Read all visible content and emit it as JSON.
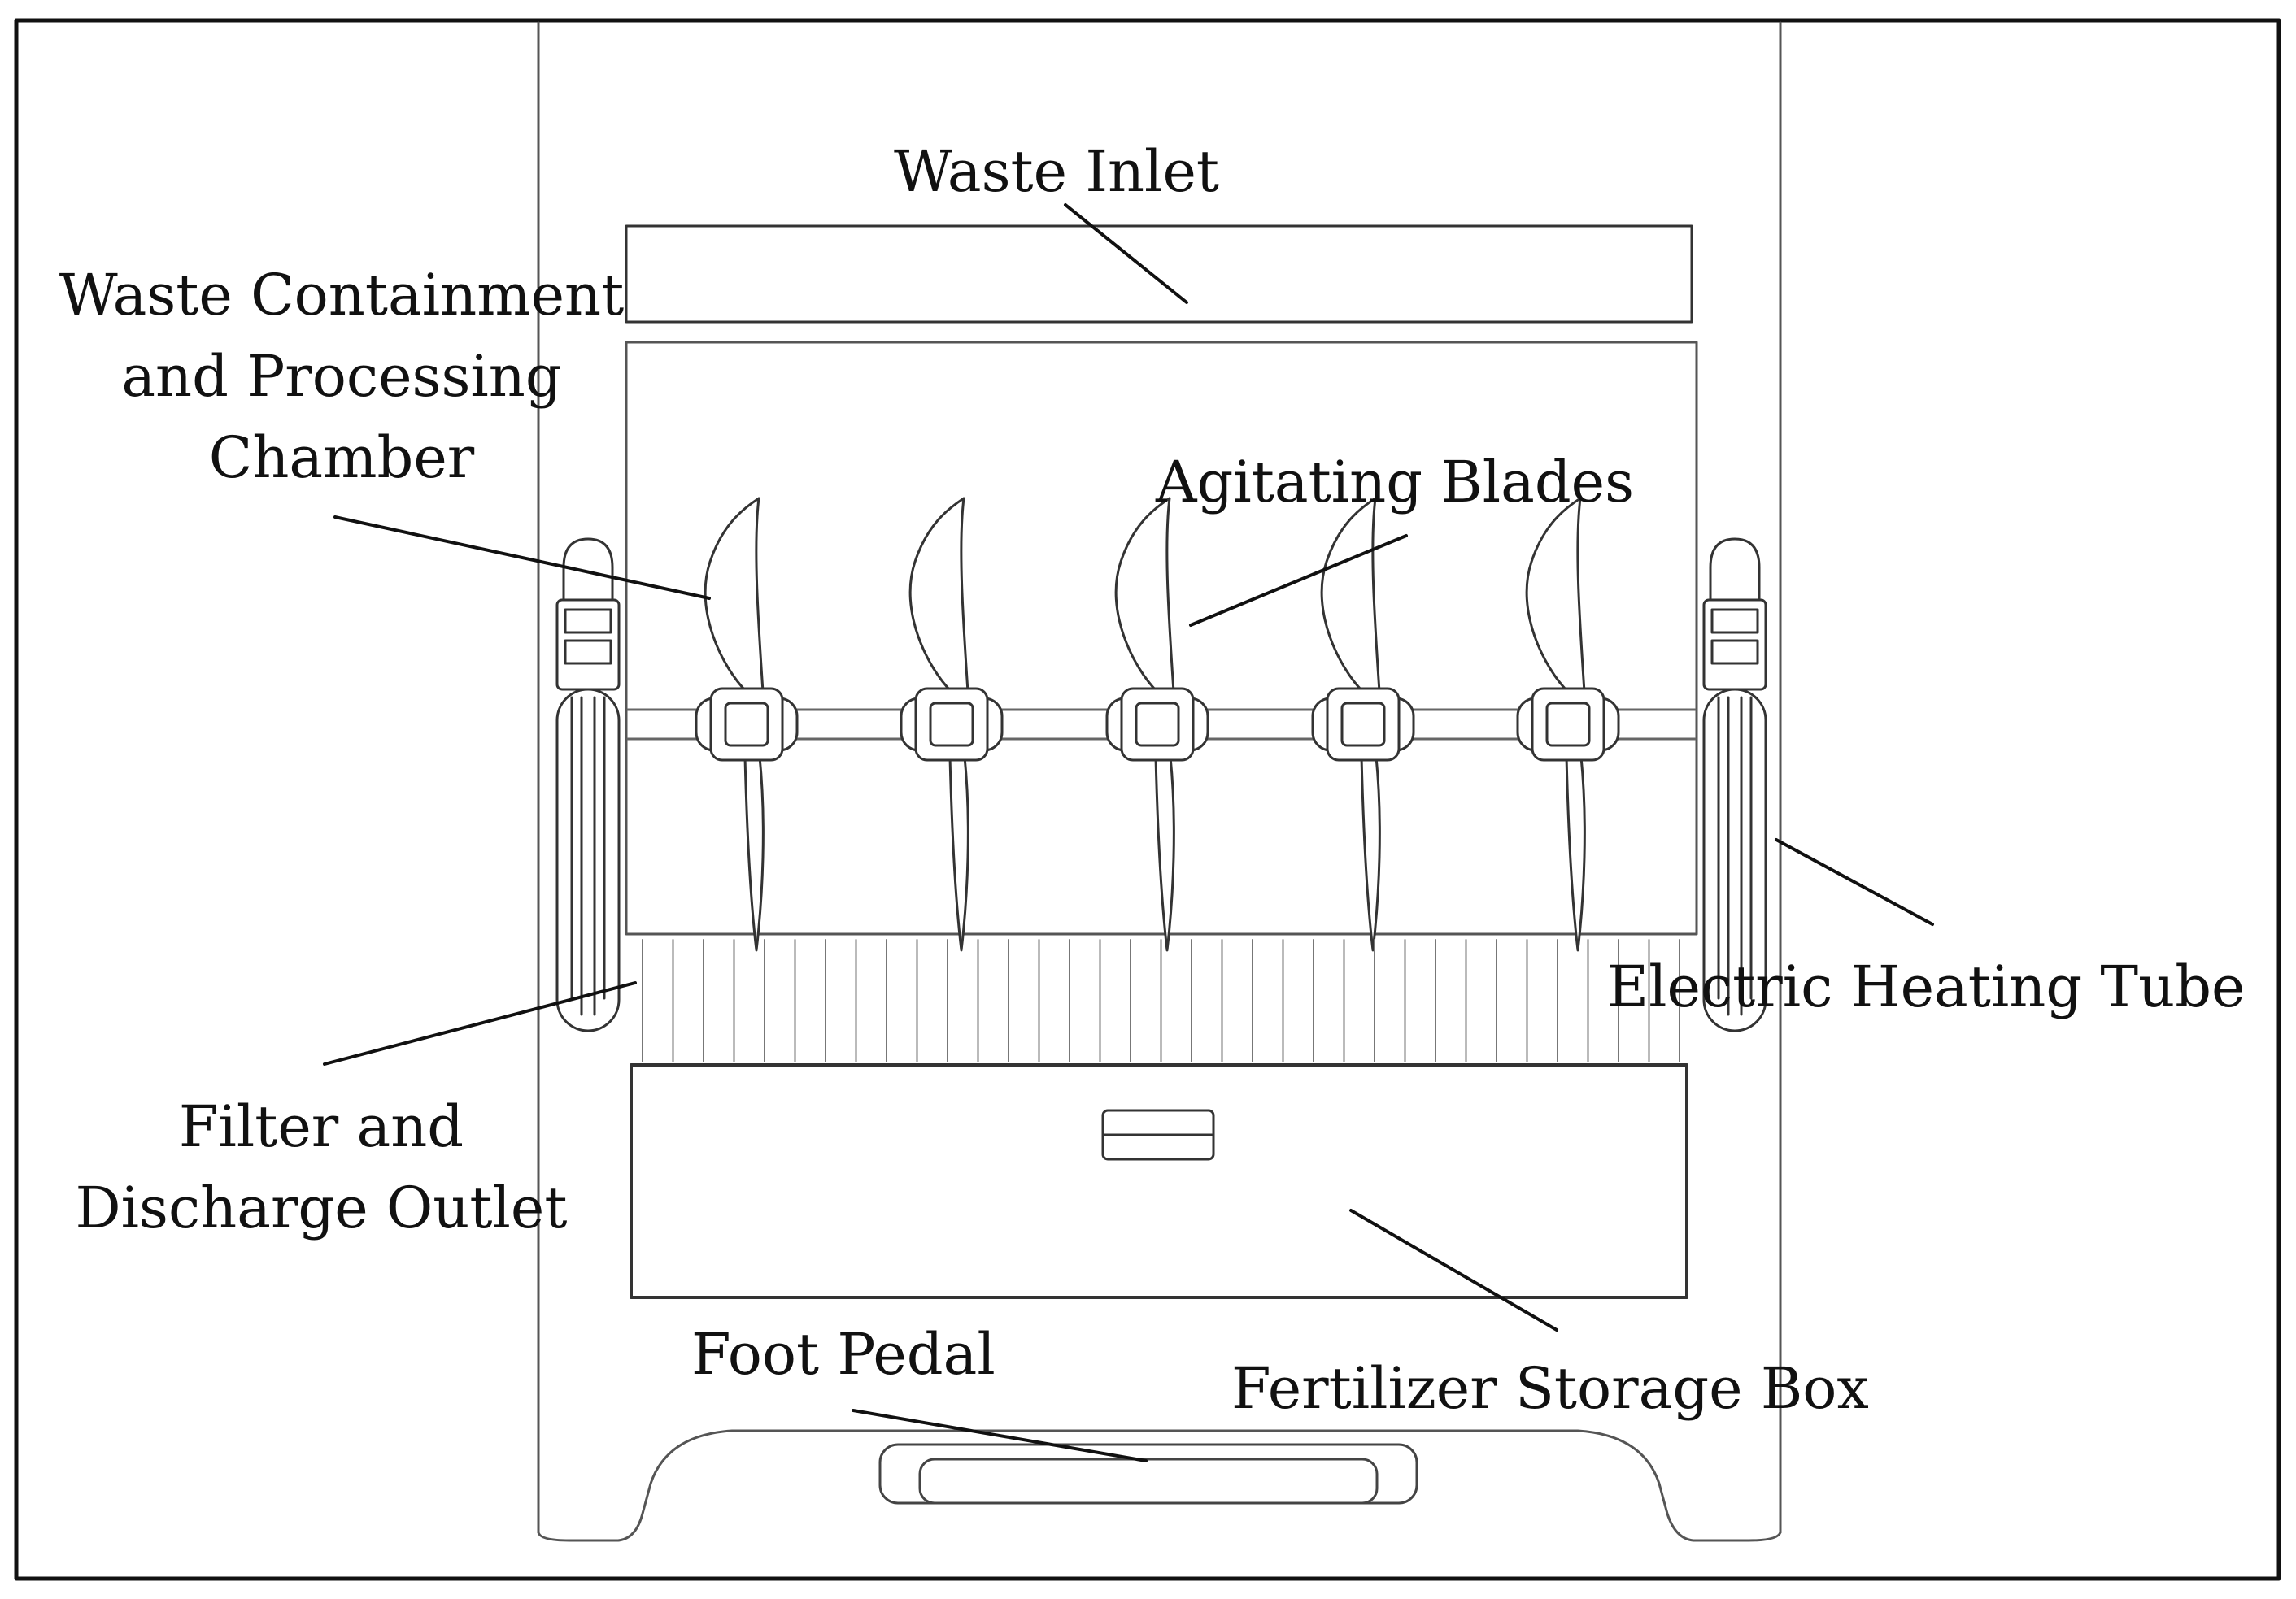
{
  "colors": {
    "ink": "#111111",
    "background": "#ffffff"
  },
  "labels": {
    "waste_inlet": "Waste Inlet",
    "chamber": [
      "Waste Containment",
      "and Processing",
      "Chamber"
    ],
    "agitating_blades": "Agitating Blades",
    "electric_heating_tube": "Electric Heating Tube",
    "filter": [
      "Filter and",
      "Discharge Outlet"
    ],
    "foot_pedal": "Foot Pedal",
    "fertilizer_box": "Fertilizer Storage Box"
  }
}
